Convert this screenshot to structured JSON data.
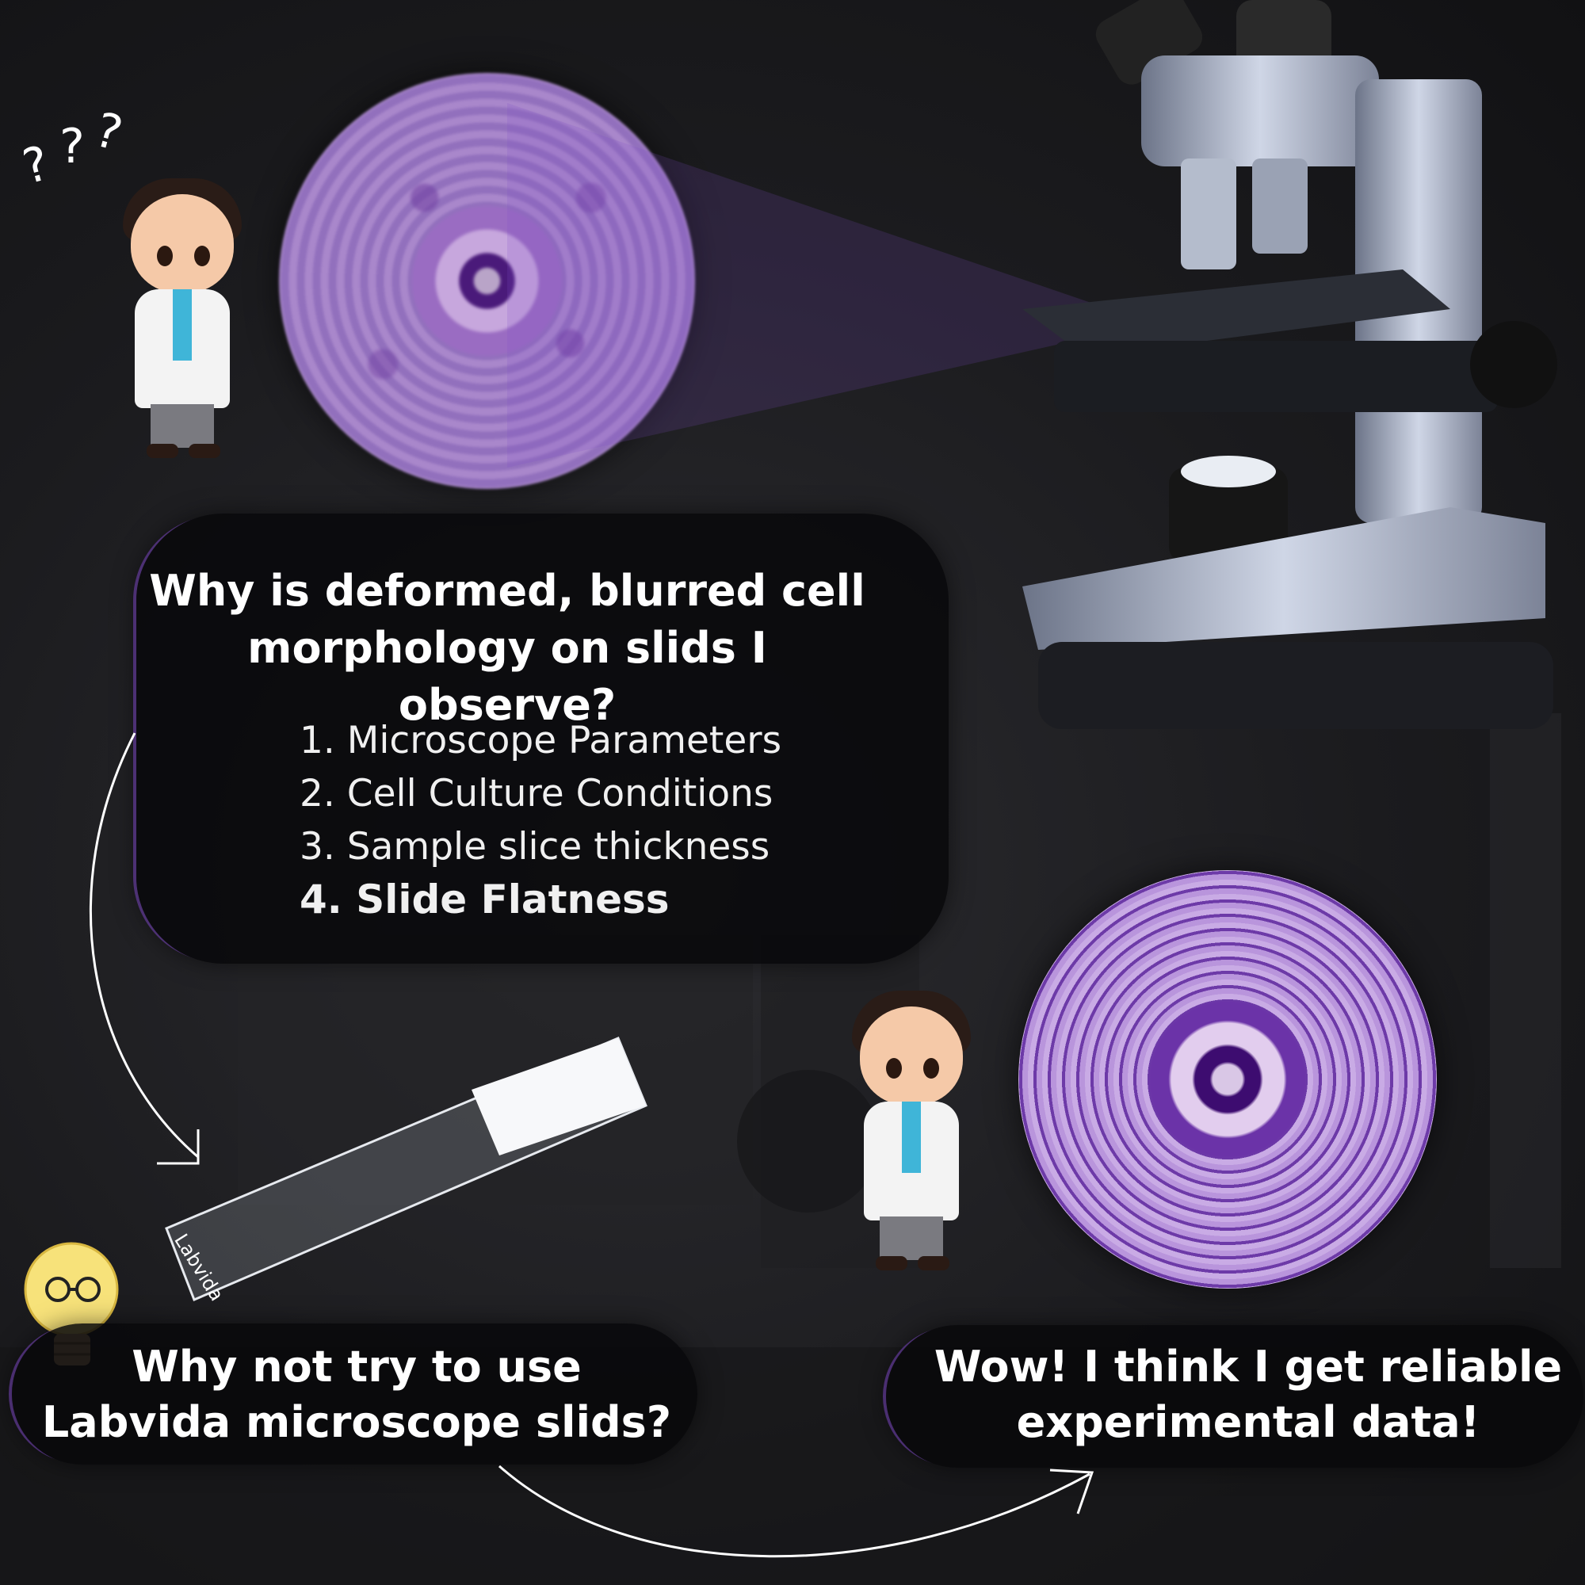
{
  "question": {
    "title_line1": "Why is deformed, blurred cell",
    "title_line2": "morphology on slids I observe?",
    "reasons": [
      "1. Microscope Parameters",
      "2. Cell Culture Conditions",
      "3. Sample slice thickness",
      "4. Slide Flatness"
    ]
  },
  "suggestion": {
    "line1": "Why not try to use",
    "line2": "Labvida microscope slids?"
  },
  "result": {
    "line1": "Wow!  I think I get reliable",
    "line2": "experimental data!"
  },
  "slide_brand": "Labvida",
  "confused_marks": "???",
  "icons": [
    "question-marks-icon",
    "lightbulb-icon"
  ]
}
